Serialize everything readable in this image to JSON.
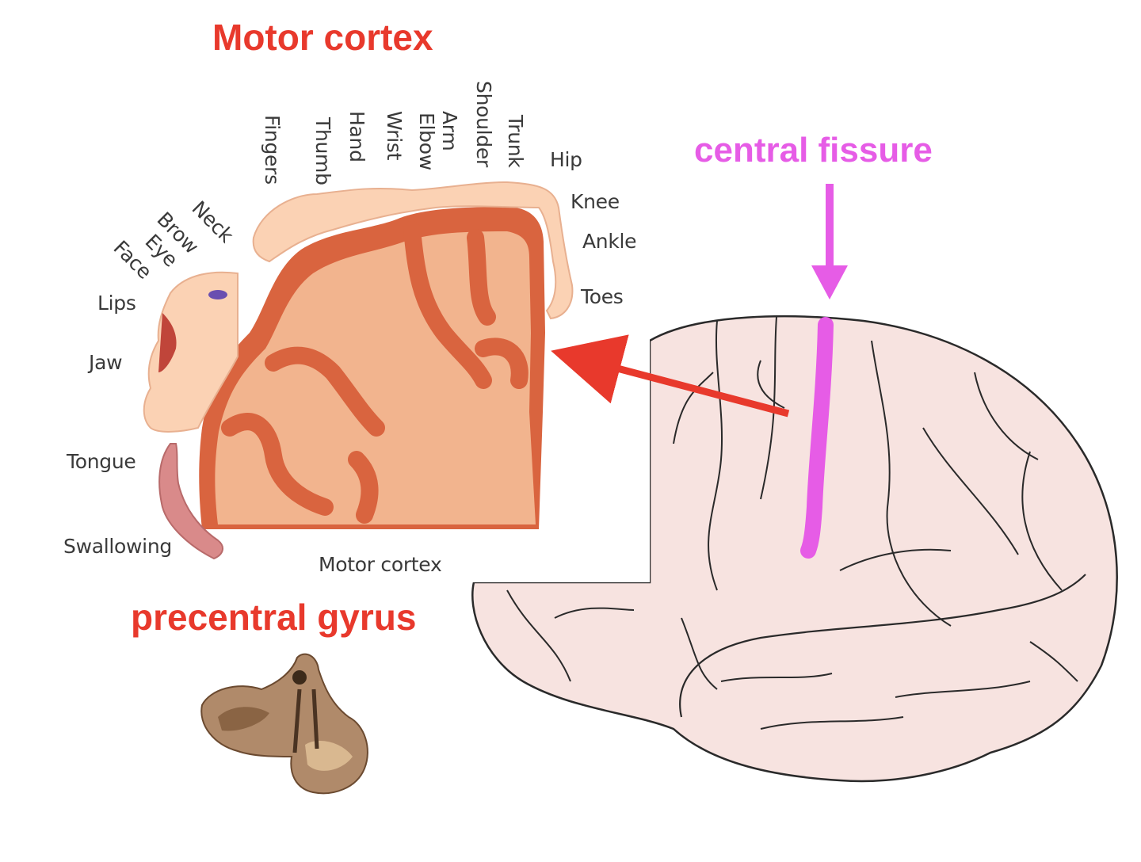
{
  "titles": {
    "motor_cortex": "Motor cortex",
    "central_fissure": "central fissure",
    "precentral_gyrus": "precentral gyrus",
    "motor_cortex_caption": "Motor cortex"
  },
  "body_parts": {
    "fingers": "Fingers",
    "thumb": "Thumb",
    "hand": "Hand",
    "wrist": "Wrist",
    "elbow": "Elbow",
    "arm": "Arm",
    "shoulder": "Shoulder",
    "trunk": "Trunk",
    "hip": "Hip",
    "knee": "Knee",
    "ankle": "Ankle",
    "toes": "Toes",
    "neck": "Neck",
    "brow": "Brow",
    "eye": "Eye",
    "face": "Face",
    "lips": "Lips",
    "jaw": "Jaw",
    "tongue": "Tongue",
    "swallowing": "Swallowing"
  },
  "colors": {
    "title_red": "#e8392c",
    "fissure_pink": "#e65ce6",
    "brain_fill": "#f7e3e0",
    "cortex_dark": "#d9643f",
    "cortex_light": "#f2b48e",
    "skin": "#fbd2b4"
  }
}
